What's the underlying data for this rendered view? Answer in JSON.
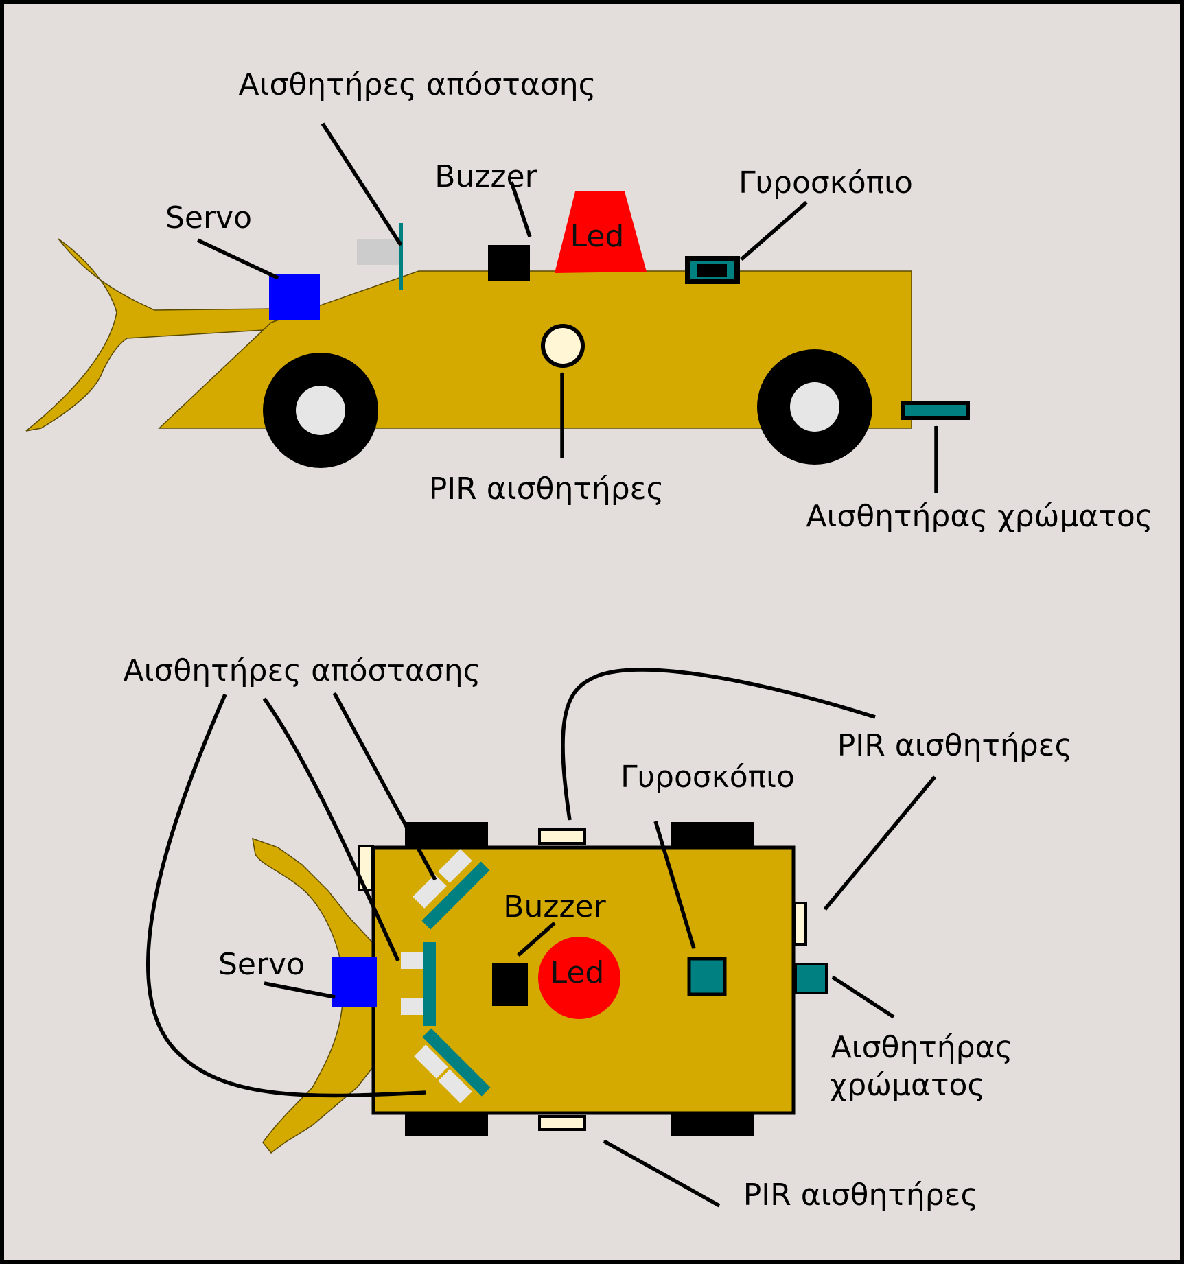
{
  "side_view": {
    "labels": {
      "distance_sensors": "Αισθητήρες απόστασης",
      "buzzer": "Buzzer",
      "gyroscope": "Γυροσκόπιο",
      "servo": "Servo",
      "led": "Led",
      "pir_sensors": "PIR αισθητήρες",
      "color_sensor": "Αισθητήρας χρώματος"
    }
  },
  "top_view": {
    "labels": {
      "distance_sensors": "Αισθητήρες απόστασης",
      "pir_sensors_right": "PIR αισθητήρες",
      "gyroscope": "Γυροσκόπιο",
      "buzzer": "Buzzer",
      "servo": "Servo",
      "led": "Led",
      "color_sensor_line1": "Αισθητήρας",
      "color_sensor_line2": "χρώματος",
      "pir_sensors_bottom": "PIR αισθητήρες"
    }
  },
  "colors": {
    "background": "#e3dedb",
    "chassis": "#d4aa00",
    "servo": "#0000ff",
    "led": "#ff0000",
    "sensor_teal": "#008080",
    "pir": "#fff6d5",
    "wheel": "#000000",
    "hub": "#e6e6e6"
  }
}
